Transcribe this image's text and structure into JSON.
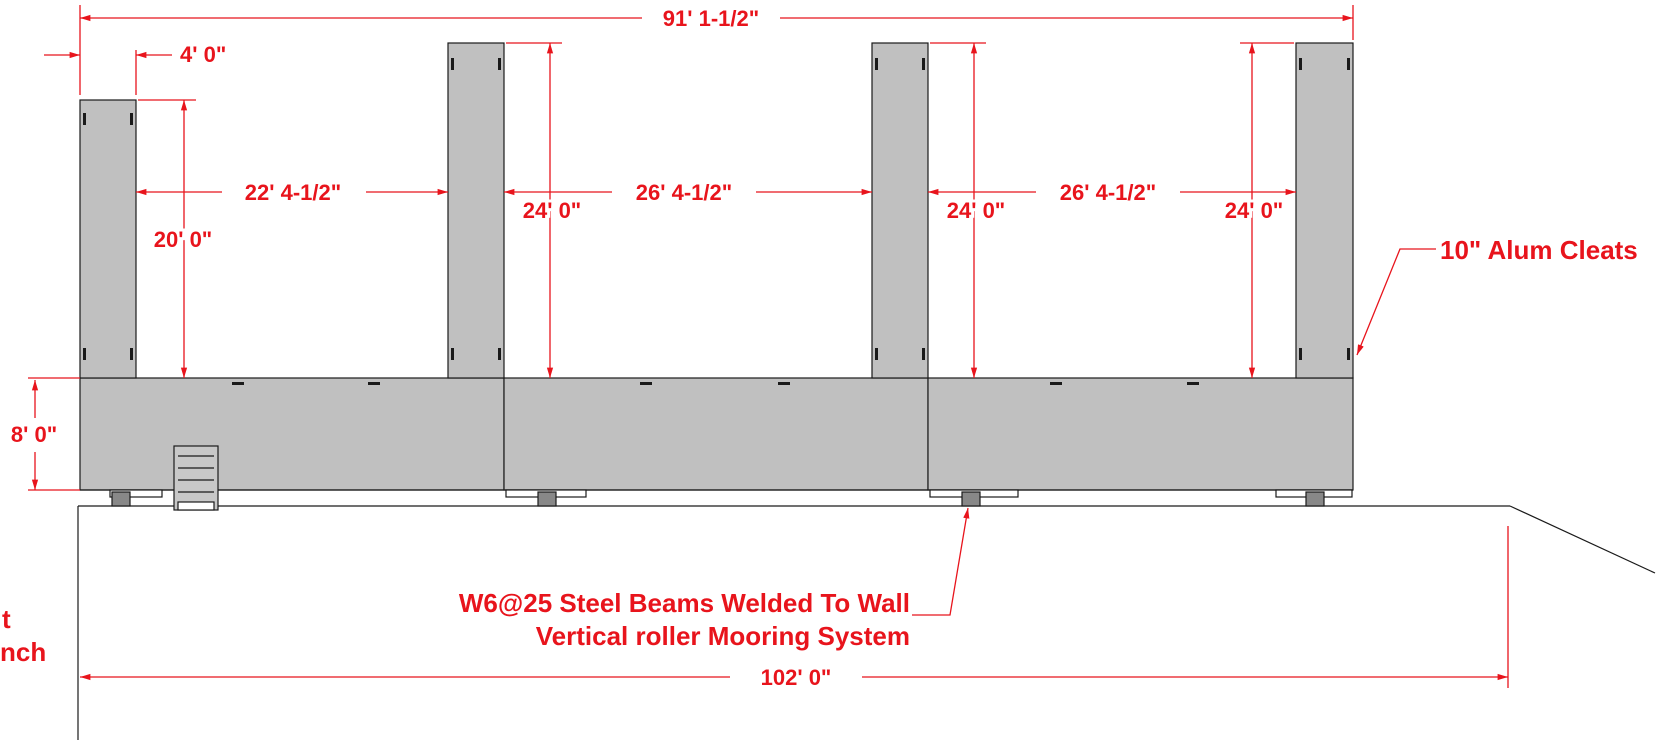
{
  "dimensions": {
    "overall_width": "91' 1-1/2\"",
    "finger1_width": "4' 0\"",
    "gap1": "22' 4-1/2\"",
    "gap2": "26' 4-1/2\"",
    "gap3": "26' 4-1/2\"",
    "finger1_length": "20' 0\"",
    "finger2_length": "24' 0\"",
    "finger3_length": "24' 0\"",
    "finger4_length": "24' 0\"",
    "main_dock_width": "8' 0\"",
    "wall_length": "102' 0\""
  },
  "callouts": {
    "cleats": "10\" Alum Cleats",
    "beams_line1": "W6@25 Steel Beams Welded To Wall",
    "beams_line2": "Vertical roller Mooring System",
    "left_partial_1": "t",
    "left_partial_2": "nch"
  },
  "colors": {
    "dock_fill": "#c0c0c0",
    "dimension": "#e8141c",
    "outline": "#1a1a1a"
  }
}
